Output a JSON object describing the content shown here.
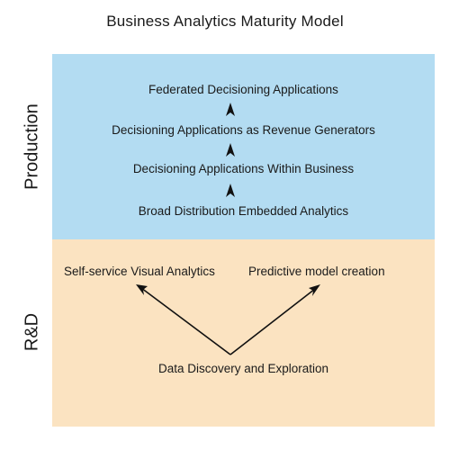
{
  "title": "Business Analytics Maturity Model",
  "colors": {
    "production_band": "#b3dcf2",
    "rd_band": "#fbe3c1",
    "arrow": "#111111"
  },
  "production": {
    "label": "Production",
    "stages": [
      "Federated Decisioning Applications",
      "Decisioning Applications as Revenue Generators",
      "Decisioning Applications Within Business",
      "Broad Distribution Embedded Analytics"
    ]
  },
  "rd": {
    "label": "R&D",
    "left": "Self-service Visual Analytics",
    "right": "Predictive model creation",
    "bottom": "Data Discovery and Exploration"
  }
}
